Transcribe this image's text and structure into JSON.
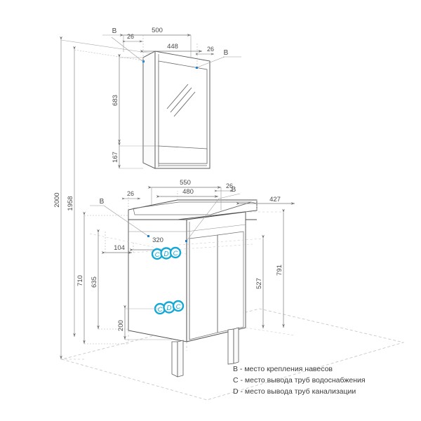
{
  "drawing": {
    "type": "technical-isometric-dimension-drawing",
    "subject": "bathroom vanity with washbasin and mirror cabinet",
    "units": "mm",
    "colors": {
      "line": "#555555",
      "thin_line": "#8f8f8f",
      "dim_line": "#777777",
      "dash_line": "#b5b5b5",
      "text": "#4a4a4a",
      "marker_teal": "#14a9d5",
      "marker_blue": "#1d7fd0",
      "background": "#ffffff"
    },
    "dimensions": {
      "mirror_cabinet": {
        "width_outer": "500",
        "width_inner": "448",
        "offset_left": "26",
        "offset_right": "26",
        "height_mirror": "683",
        "height_shelf": "167"
      },
      "wall_heights": {
        "total": "2000",
        "cabinet_top": "1958"
      },
      "washbasin": {
        "width_outer": "550",
        "width_inner": "480",
        "offset_left": "26",
        "offset_right": "26",
        "depth": "427"
      },
      "vanity": {
        "pipe_center_offset": "320",
        "pipe_side_offset": "104",
        "height_total": "710",
        "height_body": "635",
        "leg_height": "200",
        "right_total": "791",
        "right_body": "527"
      }
    },
    "markers": {
      "b_label": "B",
      "c_label": "C",
      "d_label": "D",
      "b_points": 4,
      "cdc_groups": 2
    }
  },
  "legend": {
    "rows": [
      "B - место крепления навесов",
      "C - место вывода труб водоснабжения",
      "D - место вывода труб канализации"
    ]
  }
}
